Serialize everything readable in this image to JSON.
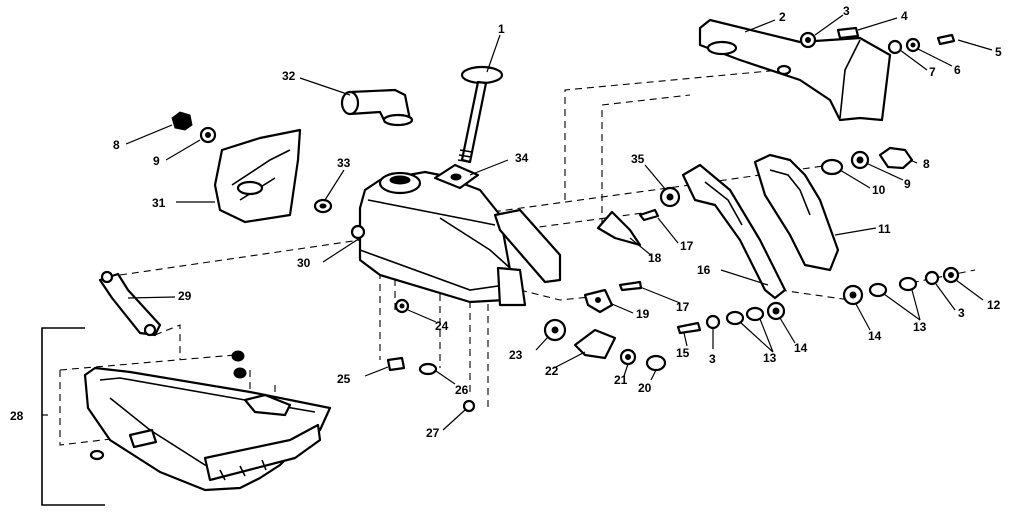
{
  "callouts": {
    "c1": "1",
    "c2": "2",
    "c3a": "3",
    "c3b": "3",
    "c3c": "3",
    "c4": "4",
    "c5": "5",
    "c6": "6",
    "c7": "7",
    "c8a": "8",
    "c8b": "8",
    "c9a": "9",
    "c9b": "9",
    "c10": "10",
    "c11": "11",
    "c12": "12",
    "c13a": "13",
    "c13b": "13",
    "c14a": "14",
    "c14b": "14",
    "c15": "15",
    "c16": "16",
    "c17a": "17",
    "c17b": "17",
    "c18": "18",
    "c19": "19",
    "c20": "20",
    "c21": "21",
    "c22": "22",
    "c23": "23",
    "c24": "24",
    "c25": "25",
    "c26": "26",
    "c27": "27",
    "c28": "28",
    "c29": "29",
    "c30": "30",
    "c31": "31",
    "c32": "32",
    "c33": "33",
    "c34": "34",
    "c35": "35"
  }
}
